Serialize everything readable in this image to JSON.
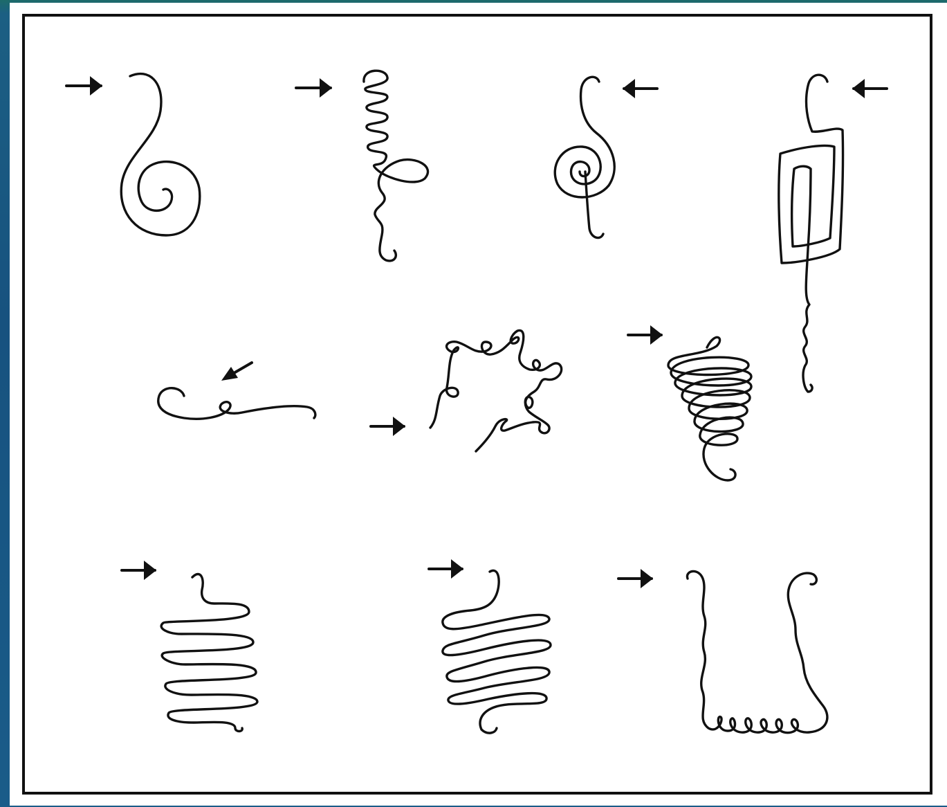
{
  "figure": {
    "background_color": "#1b5a86",
    "panel_color": "#ffffff",
    "stroke_color": "#111111",
    "patterns": [
      {
        "id": "hook-spiral",
        "arrow": "right"
      },
      {
        "id": "coil-then-loop",
        "arrow": "right"
      },
      {
        "id": "tight-spiral",
        "arrow": "left"
      },
      {
        "id": "rectangular-loops",
        "arrow": "left"
      },
      {
        "id": "short-loop-tail",
        "arrow": "down-left"
      },
      {
        "id": "looped-ring",
        "arrow": "right"
      },
      {
        "id": "cone-helix",
        "arrow": "right"
      },
      {
        "id": "horizontal-switchback",
        "arrow": "right"
      },
      {
        "id": "crossed-figure-eights",
        "arrow": "right"
      },
      {
        "id": "wavy-u-with-coils",
        "arrow": "right"
      }
    ]
  }
}
